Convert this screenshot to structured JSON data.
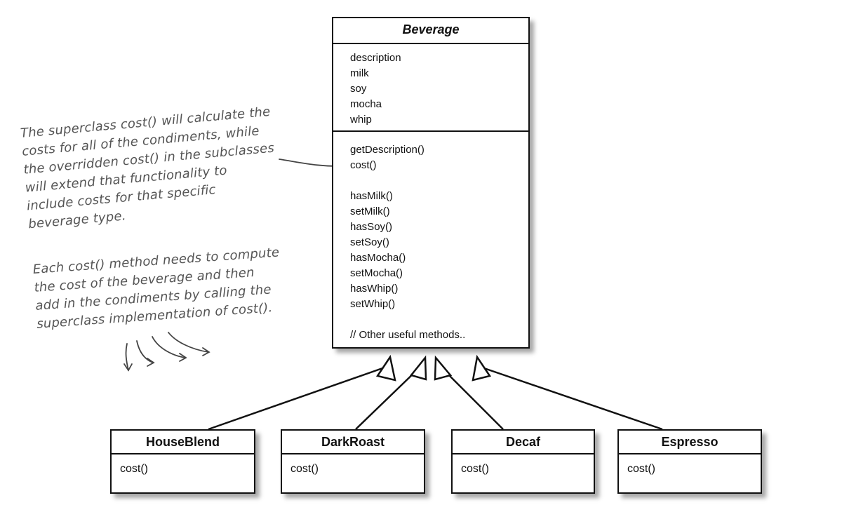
{
  "beverage": {
    "title": "Beverage",
    "attributes": [
      "description",
      "milk",
      "soy",
      "mocha",
      "whip"
    ],
    "methods_top": [
      "getDescription()",
      "cost()"
    ],
    "methods_condiments": [
      "hasMilk()",
      "setMilk()",
      "hasSoy()",
      "setSoy()",
      "hasMocha()",
      "setMocha()",
      "hasWhip()",
      "setWhip()"
    ],
    "methods_other": "// Other useful methods.."
  },
  "subclasses": [
    {
      "title": "HouseBlend",
      "method": "cost()"
    },
    {
      "title": "DarkRoast",
      "method": "cost()"
    },
    {
      "title": "Decaf",
      "method": "cost()"
    },
    {
      "title": "Espresso",
      "method": "cost()"
    }
  ],
  "notes": {
    "superclass_cost": [
      "The superclass cost() will calculate the",
      "costs for all of the condiments, while",
      "the overridden cost() in the subclasses",
      "will extend that functionality to",
      "include costs for that specific",
      "beverage type."
    ],
    "each_cost": [
      "Each cost() method needs to compute",
      "the cost of the beverage and then",
      "add in the condiments by calling the",
      "superclass implementation of cost()."
    ]
  }
}
